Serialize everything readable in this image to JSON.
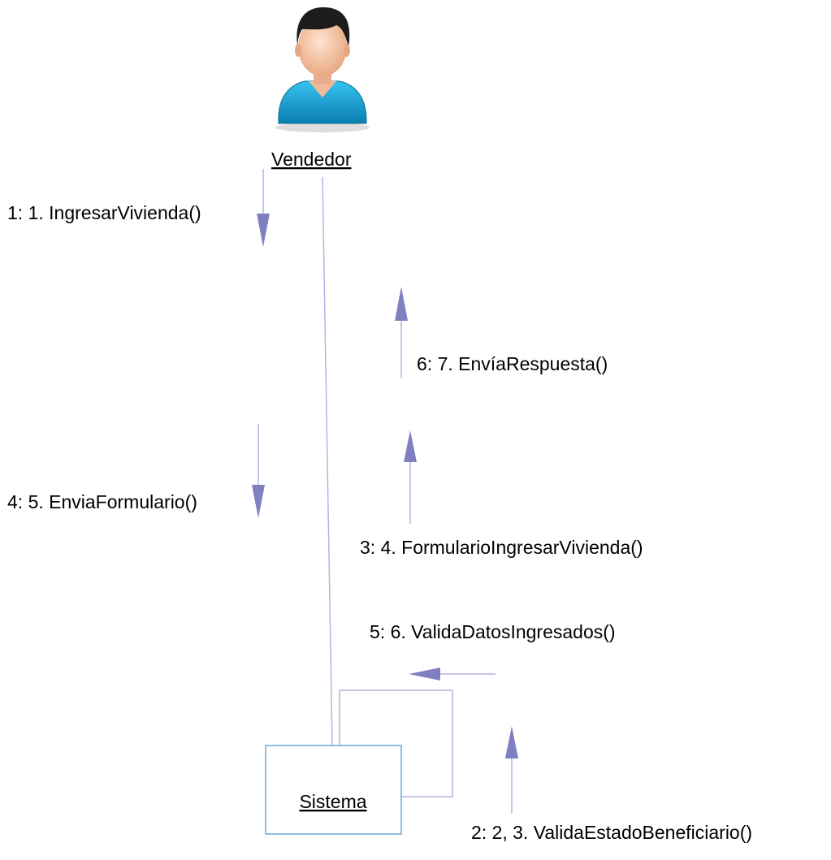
{
  "colors": {
    "link": "#b4b4e6",
    "arrow": "#8080c0",
    "object_border": "#6ea8d8",
    "object_fill": "#ffffff",
    "actor_shirt": "#1aa3d6",
    "actor_hair": "#1c1c1c",
    "actor_skin": "#f3c5a6"
  },
  "actor": {
    "name": "Vendedor",
    "icon": "person-icon"
  },
  "object": {
    "name": "Sistema"
  },
  "messages": [
    {
      "id": "m1",
      "label": "1: 1. IngresarVivienda()",
      "direction": "down"
    },
    {
      "id": "m6",
      "label": "6: 7. EnvíaRespuesta()",
      "direction": "up"
    },
    {
      "id": "m4",
      "label": "4: 5. EnviaFormulario()",
      "direction": "down"
    },
    {
      "id": "m3",
      "label": "3: 4. FormularioIngresarVivienda()",
      "direction": "up"
    },
    {
      "id": "m5",
      "label": "5: 6. ValidaDatosIngresados()",
      "direction": "left"
    },
    {
      "id": "m2",
      "label": "2: 2, 3. ValidaEstadoBeneficiario()",
      "direction": "up"
    }
  ]
}
